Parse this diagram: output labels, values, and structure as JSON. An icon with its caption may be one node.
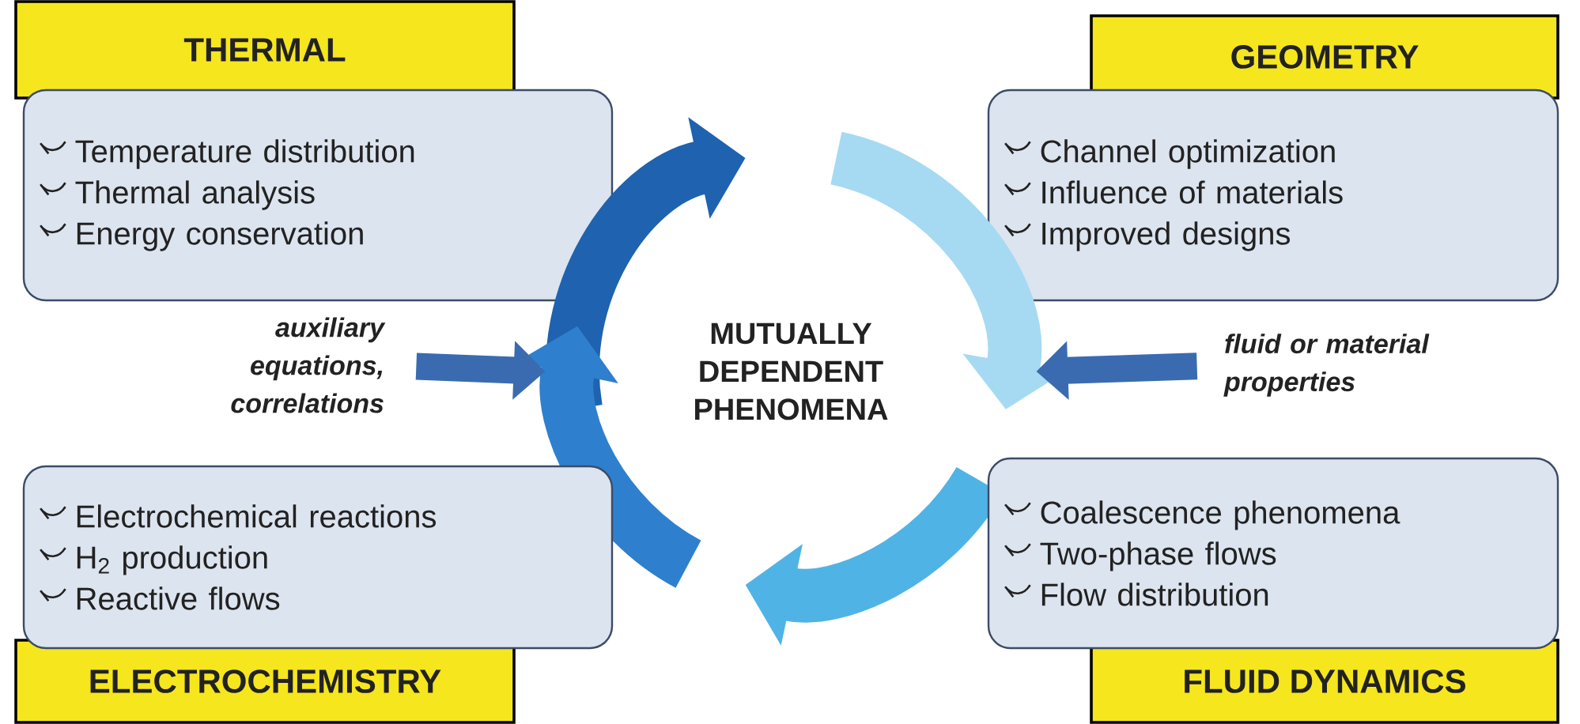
{
  "diagram": {
    "nodes": [
      {
        "text": [
          "THERMAL"
        ]
      },
      {
        "text": [
          "Temperature distribution",
          "Thermal analysis",
          "Energy conservation"
        ]
      },
      {
        "text": [
          "GEOMETRY"
        ]
      },
      {
        "text": [
          "Channel optimization",
          "Influence of materials",
          "Improved designs"
        ]
      },
      {
        "text": [
          "MUTUALLY DEPENDENT PHENOMENA"
        ]
      },
      {
        "text": [
          "auxiliary equations, correlations"
        ]
      },
      {
        "text": [
          "fluid or material properties"
        ]
      },
      {
        "text": [
          "Electrochemical reactions",
          "H$_{2}$ production",
          "Reactive flows"
        ]
      },
      {
        "text": [
          "ELECTROCHEMISTRY"
        ]
      },
      {
        "text": [
          "Coalescence phenomena",
          "Two-phase flows",
          "Flow distribution"
        ]
      },
      {
        "text": [
          "FLUID DYNAMICS"
        ]
      }
    ],
    "edges": [
      {
        "from": 5,
        "to": 4,
        "arrow": "to"
      },
      {
        "from": 6,
        "to": 4,
        "arrow": "to"
      }
    ]
  }
}
